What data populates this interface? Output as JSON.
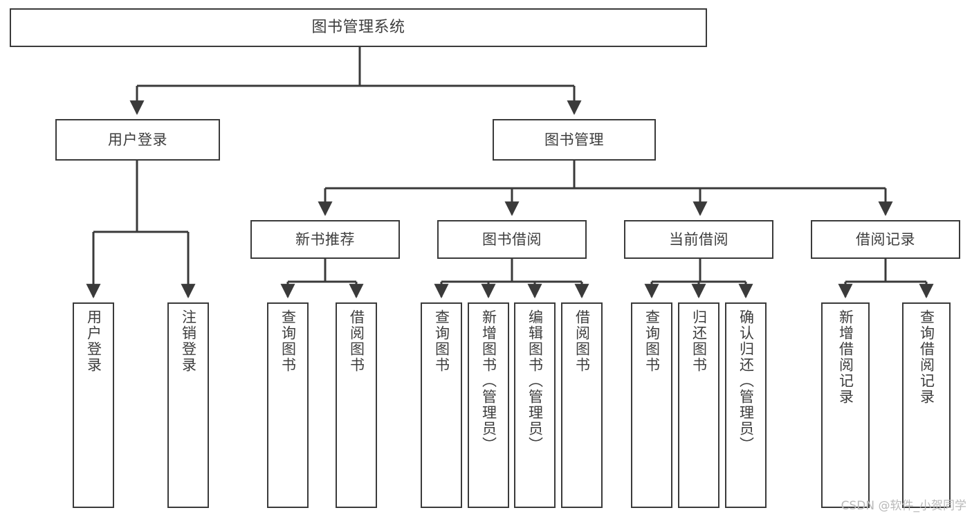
{
  "diagram": {
    "title": "图书管理系统",
    "type": "hierarchy-tree",
    "watermark": "CSDN @软件_小贺同学",
    "colors": {
      "stroke": "#3a3a3a",
      "fill": "#ffffff",
      "text": "#3d3d3d",
      "watermark": "#b9b9b9"
    },
    "nodes": {
      "root": {
        "label": "图书管理系统"
      },
      "level2": [
        {
          "label": "用户登录"
        },
        {
          "label": "图书管理"
        }
      ],
      "level3": [
        {
          "label": "新书推荐"
        },
        {
          "label": "图书借阅"
        },
        {
          "label": "当前借阅"
        },
        {
          "label": "借阅记录"
        }
      ],
      "leaves_user_login": [
        {
          "label": "用户登录"
        },
        {
          "label": "注销登录"
        }
      ],
      "leaves_new_books": [
        {
          "label": "查询图书"
        },
        {
          "label": "借阅图书"
        }
      ],
      "leaves_borrow": [
        {
          "label": "查询图书"
        },
        {
          "label": "新增图书（管理员）"
        },
        {
          "label": "编辑图书（管理员）"
        },
        {
          "label": "借阅图书"
        }
      ],
      "leaves_current": [
        {
          "label": "查询图书"
        },
        {
          "label": "归还图书"
        },
        {
          "label": "确认归还（管理员）"
        }
      ],
      "leaves_records": [
        {
          "label": "新增借阅记录"
        },
        {
          "label": "查询借阅记录"
        }
      ]
    }
  }
}
